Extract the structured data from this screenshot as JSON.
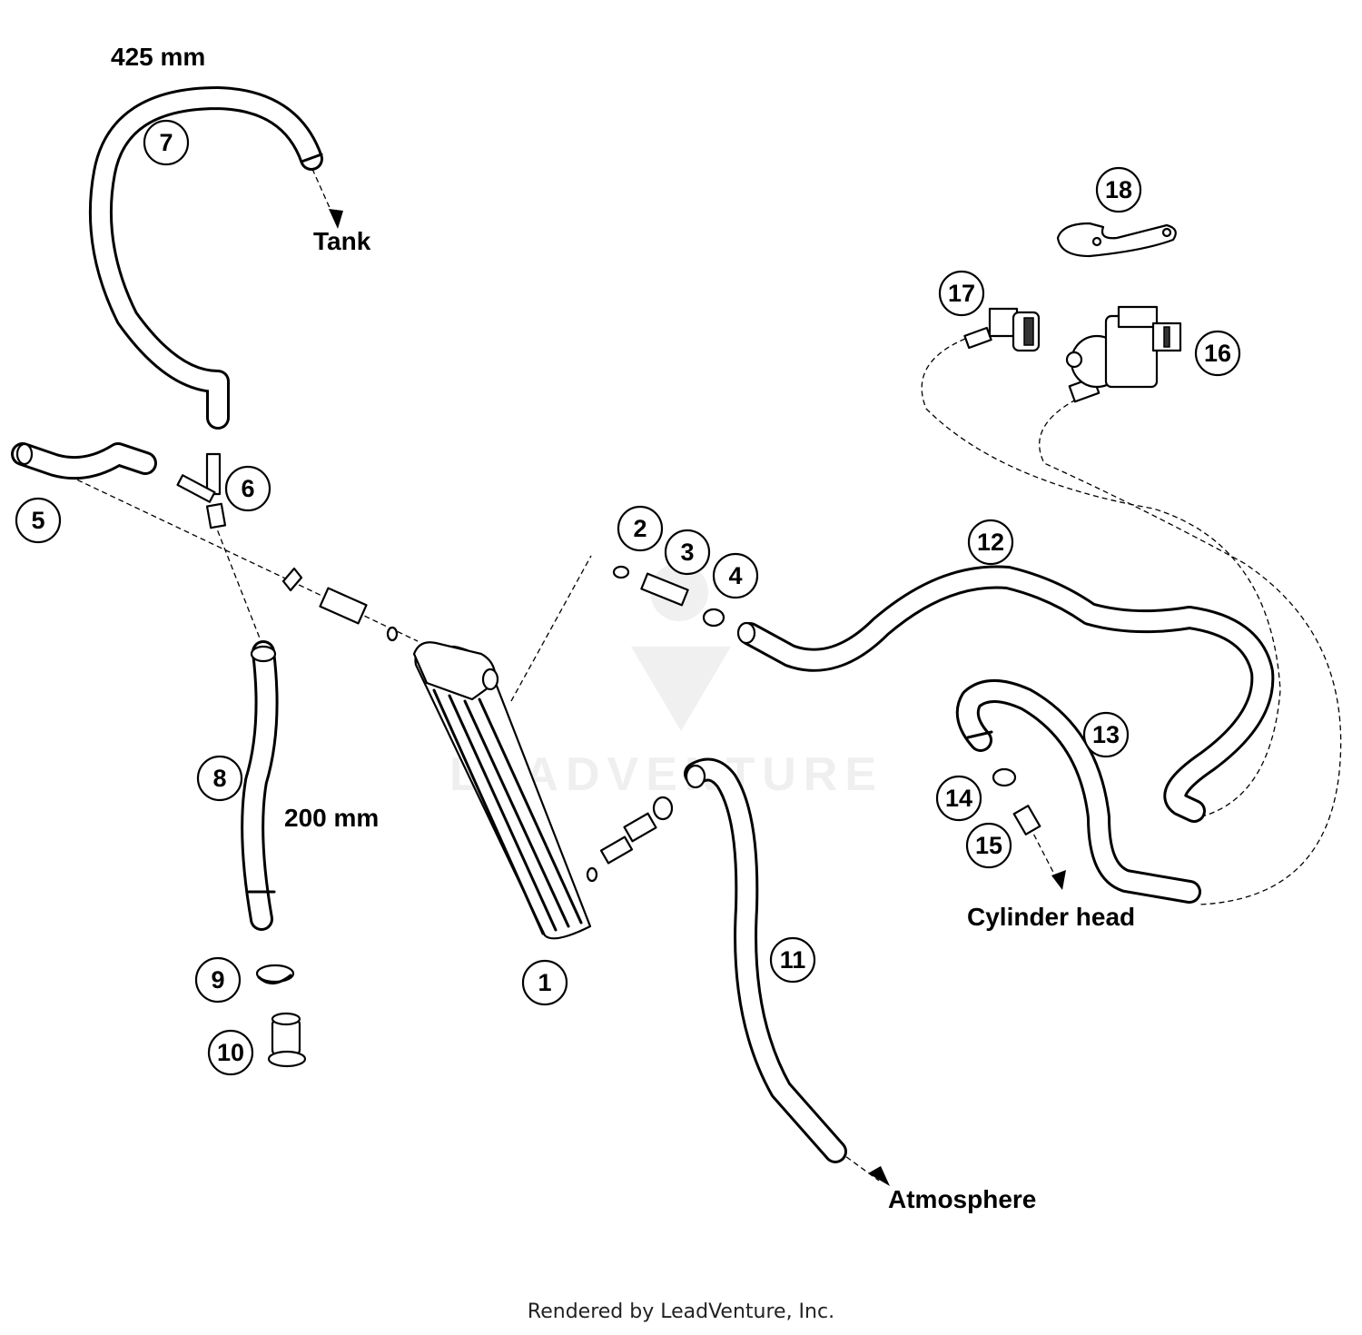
{
  "callouts": [
    "1",
    "2",
    "3",
    "4",
    "5",
    "6",
    "7",
    "8",
    "9",
    "10",
    "11",
    "12",
    "13",
    "14",
    "15",
    "16",
    "17",
    "18"
  ],
  "labels": {
    "length_7": "425 mm",
    "length_8": "200 mm",
    "dest_tank": "Tank",
    "dest_atmosphere": "Atmosphere",
    "dest_cylinder_head": "Cylinder head"
  },
  "watermark": "LEADVENTURE",
  "footer": "Rendered by LeadVenture, Inc."
}
